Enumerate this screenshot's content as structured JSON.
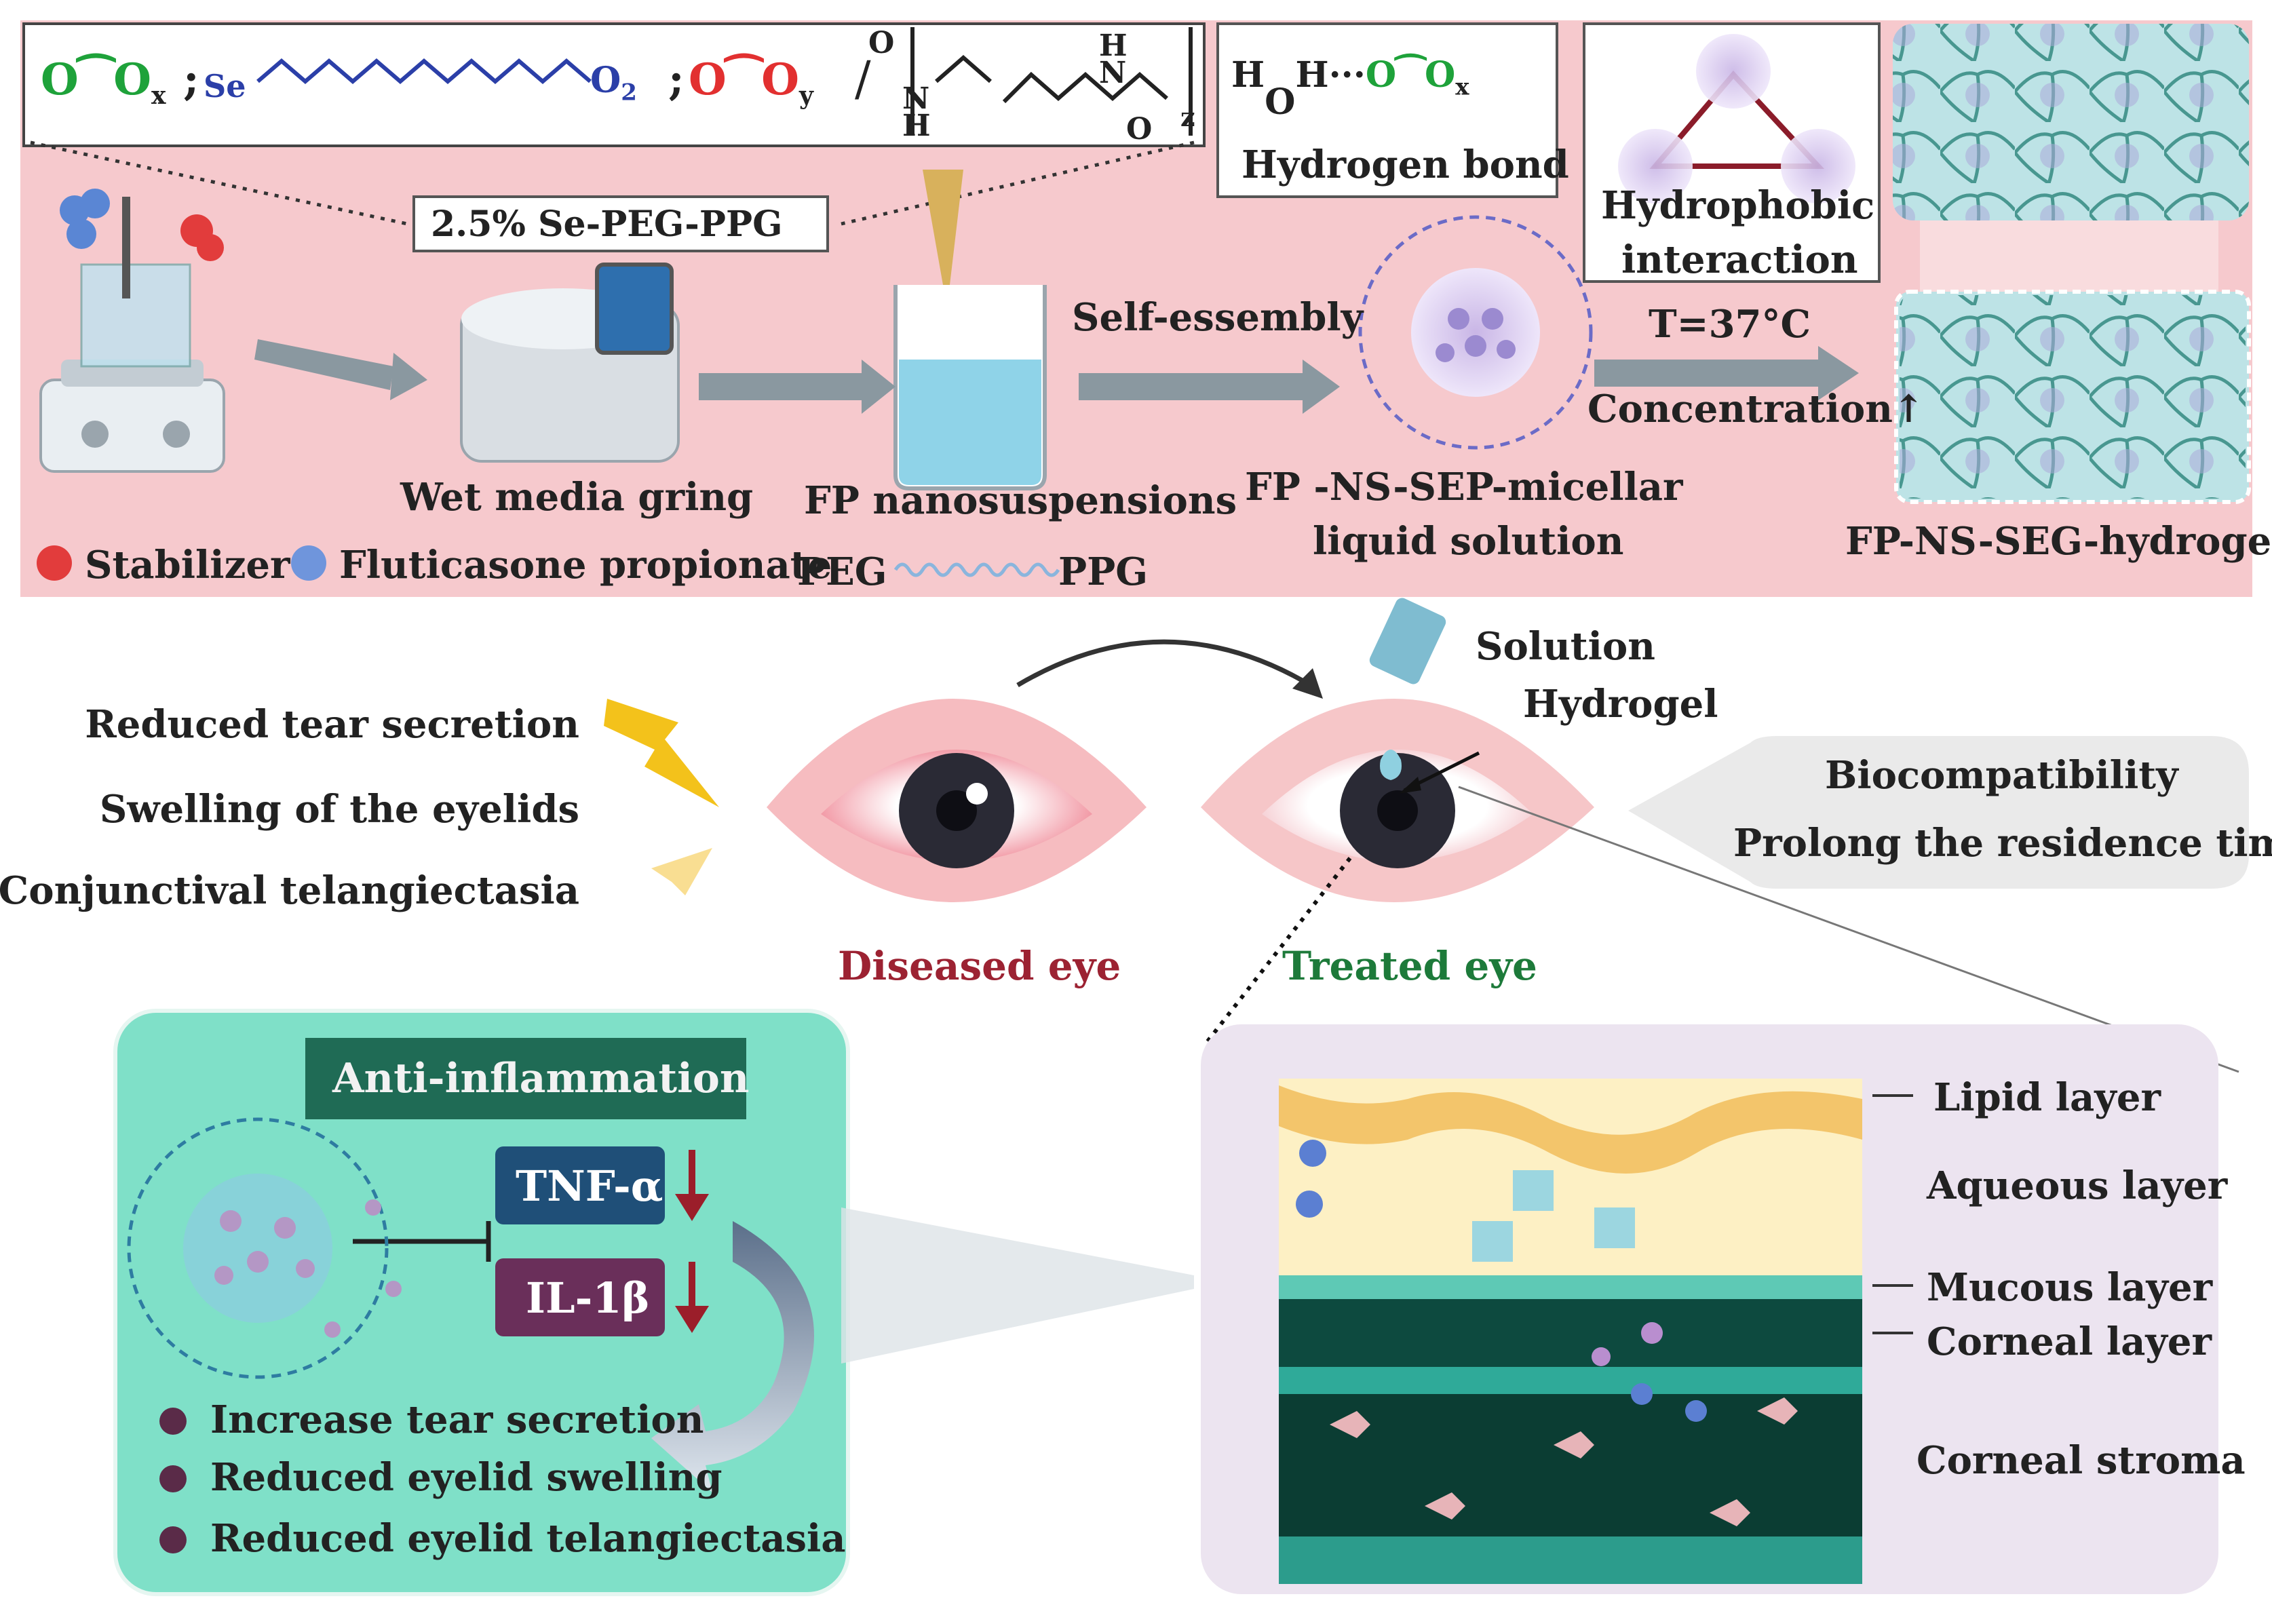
{
  "colors": {
    "top_band": "#f6c9cd",
    "teal_panel": "#7fe0c8",
    "lavender_panel": "#ece4f0",
    "arrow_gray": "#8a98a0",
    "green_text": "#1d7a3a",
    "red_text": "#9c2232",
    "anti_box": "#1f6b55",
    "tnf_box": "#1f4f78",
    "il_box": "#6a2f5a"
  },
  "top": {
    "formula": {
      "peg_unit": "O⁀O",
      "sub_x": "x",
      "se": "Se",
      "sub_2": "2",
      "ppg_unit": "O⁀O",
      "sub_y": "y",
      "oxygen_top": "O",
      "nh_left": "N",
      "h_left": "H",
      "h_right": "H",
      "nh_right": "N",
      "oxygen_bottom": "O",
      "sub_z": "z",
      "sep1": ";",
      "sep2": ";",
      "slash": "/"
    },
    "polymer_label": "2.5% Se-PEG-PPG",
    "hbond": {
      "h1": "H",
      "o": "O",
      "h2": "H",
      "dots": "···",
      "peg": "O⁀O",
      "sub": "x",
      "label": "Hydrogen bond"
    },
    "hydrophobic": {
      "line1": "Hydrophobic",
      "line2": "interaction"
    },
    "self_assembly": "Self-essembly",
    "temperature": "T=37°C",
    "concentration": "Concentration↑",
    "steps": {
      "wet_media": "Wet media gring",
      "nanosuspensions": "FP nanosuspensions",
      "micellar_1": "FP -NS-SEP-micellar",
      "micellar_2": "liquid solution",
      "hydrogel": "FP-NS-SEG-hydrogel"
    },
    "legend": {
      "stabilizer": "Stabilizer",
      "fluticasone": "Fluticasone propionate",
      "peg": "PEG",
      "ppg": "PPG"
    }
  },
  "middle": {
    "symptoms": [
      "Reduced tear secretion",
      "Swelling of the eyelids",
      "Conjunctival telangiectasia"
    ],
    "diseased": "Diseased eye",
    "treated": "Treated eye",
    "solution": "Solution",
    "hydrogel": "Hydrogel",
    "benefits": [
      "Biocompatibility",
      "Prolong the residence time"
    ]
  },
  "bottom_left": {
    "title": "Anti-inflammation",
    "tnf": "TNF-α",
    "il": "IL-1β",
    "outcomes": [
      "Increase tear secretion",
      "Reduced  eyelid swelling",
      "Reduced  eyelid telangiectasia"
    ]
  },
  "bottom_right": {
    "layers": [
      "Lipid layer",
      "Aqueous layer",
      "Mucous layer",
      "Corneal layer",
      "Corneal stroma"
    ]
  }
}
